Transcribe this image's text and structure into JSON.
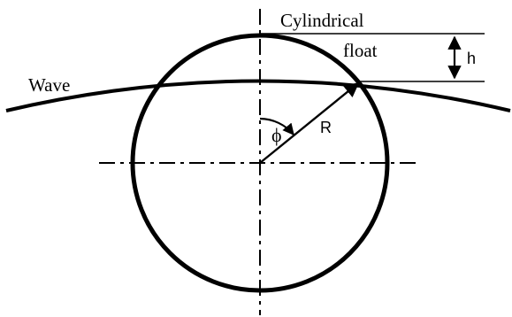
{
  "labels": {
    "cylindrical": "Cylindrical",
    "float": "float",
    "wave": "Wave",
    "h": "h",
    "phi": "ϕ",
    "r": "R"
  },
  "colors": {
    "stroke": "#000000",
    "background": "#ffffff"
  }
}
